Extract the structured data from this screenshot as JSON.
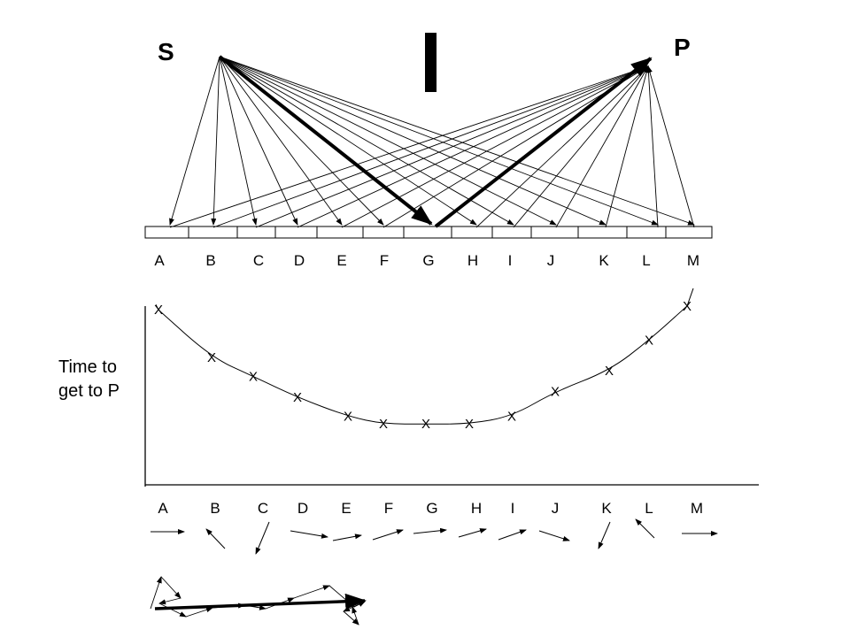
{
  "diagram": {
    "source_label": "S",
    "target_label": "P",
    "mirror_points": [
      "A",
      "B",
      "C",
      "D",
      "E",
      "F",
      "G",
      "H",
      "I",
      "J",
      "K",
      "L",
      "M"
    ],
    "graph_ylabel_line1": "Time to",
    "graph_ylabel_line2": "get to P",
    "point_marker": "X"
  },
  "chart_data": {
    "type": "line",
    "categories": [
      "A",
      "B",
      "C",
      "D",
      "E",
      "F",
      "G",
      "H",
      "I",
      "J",
      "K",
      "L",
      "M"
    ],
    "values": [
      9.2,
      6.7,
      5.7,
      4.6,
      3.6,
      3.2,
      3.2,
      3.2,
      3.6,
      4.9,
      6.0,
      7.6,
      9.4
    ],
    "ylabel": "Time to get to P",
    "xlabel": ""
  }
}
